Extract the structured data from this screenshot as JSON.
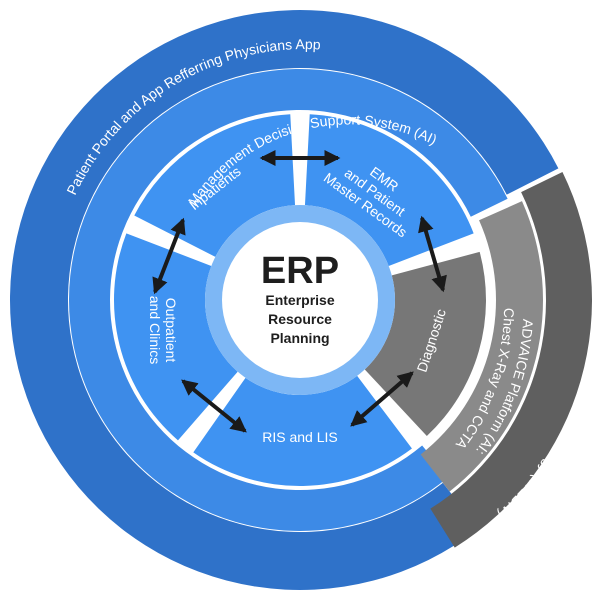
{
  "colors": {
    "outer_blue": "#2f72c9",
    "middle_blue": "#3d8ae6",
    "inner_blue": "#3f93f2",
    "hub_ring": "#7db7f5",
    "gray_inner": "#777777",
    "gray_middle": "#8a8a8a",
    "gray_outer": "#5f5f5f",
    "arrow": "#1a1a1a",
    "hub_fill": "#ffffff"
  },
  "rings": {
    "outer_label": "Patient Portal and App Refferring Physicians App",
    "middle_label": "Management Decision Support System (AI)"
  },
  "gray_rings": {
    "outer_label": "PAX.V ZFP Viewer and Tele Radiology (WEB.V)",
    "middle_line1": "ADVAICE Platform (AI:",
    "middle_line2": "Chest X-Ray and CCTA"
  },
  "segments": {
    "inpatients": "Inpatients",
    "emr_line1": "EMR",
    "emr_line2": "and Patient",
    "emr_line3": "Master Records",
    "outpatient_line1": "Outpatient",
    "outpatient_line2": "and Clinics",
    "ris_lis": "RIS and LIS",
    "diagnostic": "Diagnostic"
  },
  "center": {
    "title": "ERP",
    "line1": "Enterprise",
    "line2": "Resource",
    "line3": "Planning"
  }
}
